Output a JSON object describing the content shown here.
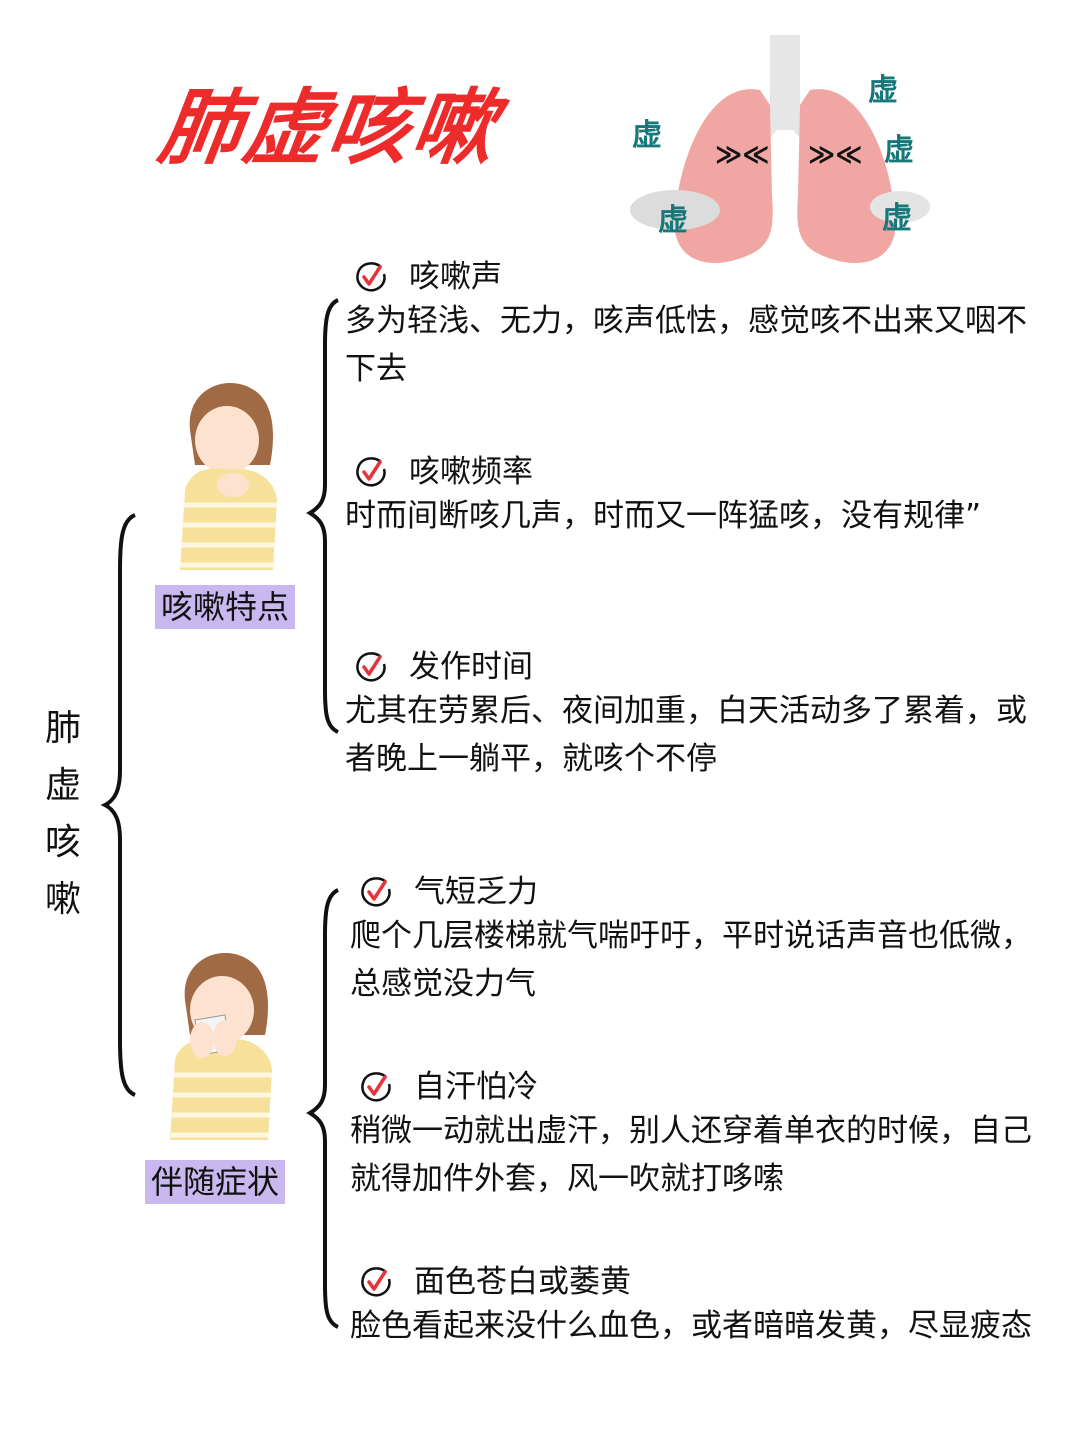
{
  "title": "肺虚咳嗽",
  "illustration": {
    "lungs_labels": [
      "虚",
      "虚",
      "虚",
      "虚",
      "虚"
    ],
    "colors": {
      "lung": "#f0a7a3",
      "xu_text": "#17777a",
      "title": "#ee2b2b",
      "label_bg": "#c9b8f0",
      "check_red": "#e8323a"
    }
  },
  "root": {
    "label_chars": [
      "肺",
      "虚",
      "咳",
      "嗽"
    ]
  },
  "groups": [
    {
      "label": "咳嗽特点",
      "icon": "coughing-girl-illustration",
      "items": [
        {
          "icon": "check-circle-icon",
          "heading": "咳嗽声",
          "body": "多为轻浅、无力，咳声低怯，感觉咳不出来又咽不下去"
        },
        {
          "icon": "check-circle-icon",
          "heading": "咳嗽频率",
          "body": "时而间断咳几声，时而又一阵猛咳，没有规律”"
        },
        {
          "icon": "check-circle-icon",
          "heading": "发作时间",
          "body": "尤其在劳累后、夜间加重，白天活动多了累着，或者晚上一躺平，就咳个不停"
        }
      ]
    },
    {
      "label": "伴随症状",
      "icon": "sneezing-girl-illustration",
      "items": [
        {
          "icon": "check-circle-icon",
          "heading": "气短乏力",
          "body": "爬个几层楼梯就气喘吁吁，平时说话声音也低微，总感觉没力气"
        },
        {
          "icon": "check-circle-icon",
          "heading": "自汗怕冷",
          "body": "稍微一动就出虚汗，别人还穿着单衣的时候，自己就得加件外套，风一吹就打哆嗦"
        },
        {
          "icon": "check-circle-icon",
          "heading": "面色苍白或萎黄",
          "body": "脸色看起来没什么血色，或者暗暗发黄，尽显疲态"
        }
      ]
    }
  ]
}
